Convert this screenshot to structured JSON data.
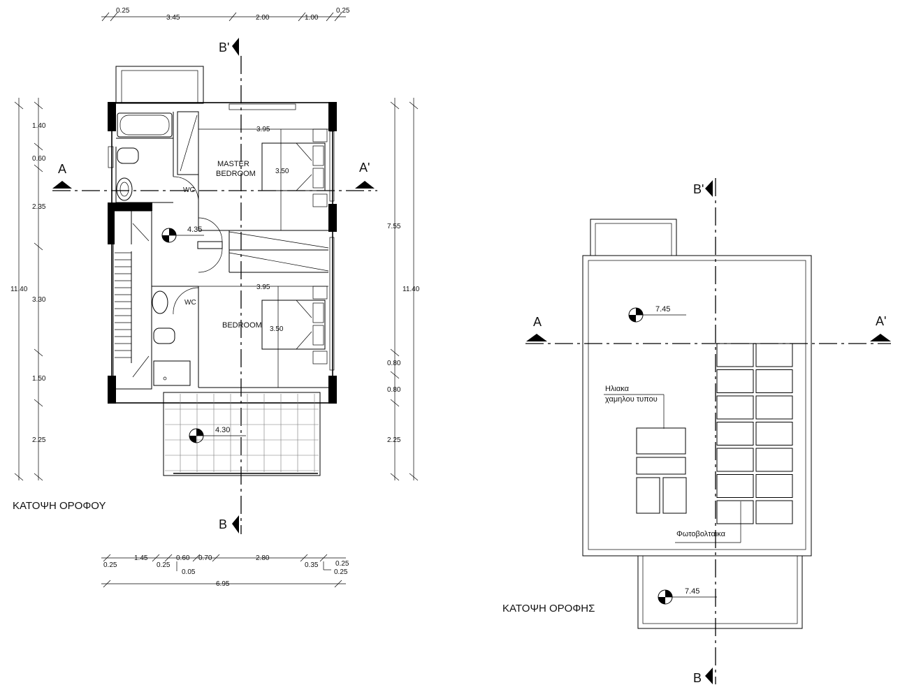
{
  "upper_floor": {
    "title": "ΚΑΤΟΨΗ ΟΡΟΦΟΥ",
    "top_dims": [
      "0.25",
      "3.45",
      "2.00",
      "1.00",
      "0.25"
    ],
    "bottom_dims": [
      "0.25",
      "1.45",
      "0.25",
      "0.60",
      "0.70",
      "2.80",
      "0.35",
      "0.25",
      "0.05",
      "0.25"
    ],
    "bottom_total": "6.95",
    "left_dims": [
      "1.40",
      "0.60",
      "2.35",
      "3.30",
      "1.50",
      "2.25"
    ],
    "left_total": "11.40",
    "right_dims": [
      "7.55",
      "0.80",
      "0.80",
      "2.25"
    ],
    "right_total": "11.40",
    "rooms": {
      "master_line1": "MASTER",
      "master_line2": "BEDROOM",
      "bedroom": "BEDROOM",
      "wc1": "WC",
      "wc2": "WC"
    },
    "room_dims": {
      "master_width": "3.95",
      "master_depth": "3.50",
      "bed_width": "3.95",
      "bed_depth": "3.50"
    },
    "levels": {
      "hall": "4.35",
      "balcony": "4.30"
    },
    "sections": {
      "a": "A",
      "a_prime": "A'",
      "b": "B",
      "b_prime": "B'"
    }
  },
  "roof": {
    "title": "ΚΑΤΟΨΗ ΟΡΟΦΗΣ",
    "level_main": "7.45",
    "level_lower": "7.45",
    "solar_heaters_line1": "Ηλιακα",
    "solar_heaters_line2": "χαμηλου τυπου",
    "photovoltaics": "Φωτοβολταικα",
    "sections": {
      "a": "A",
      "a_prime": "A'",
      "b": "B",
      "b_prime": "B'"
    }
  }
}
